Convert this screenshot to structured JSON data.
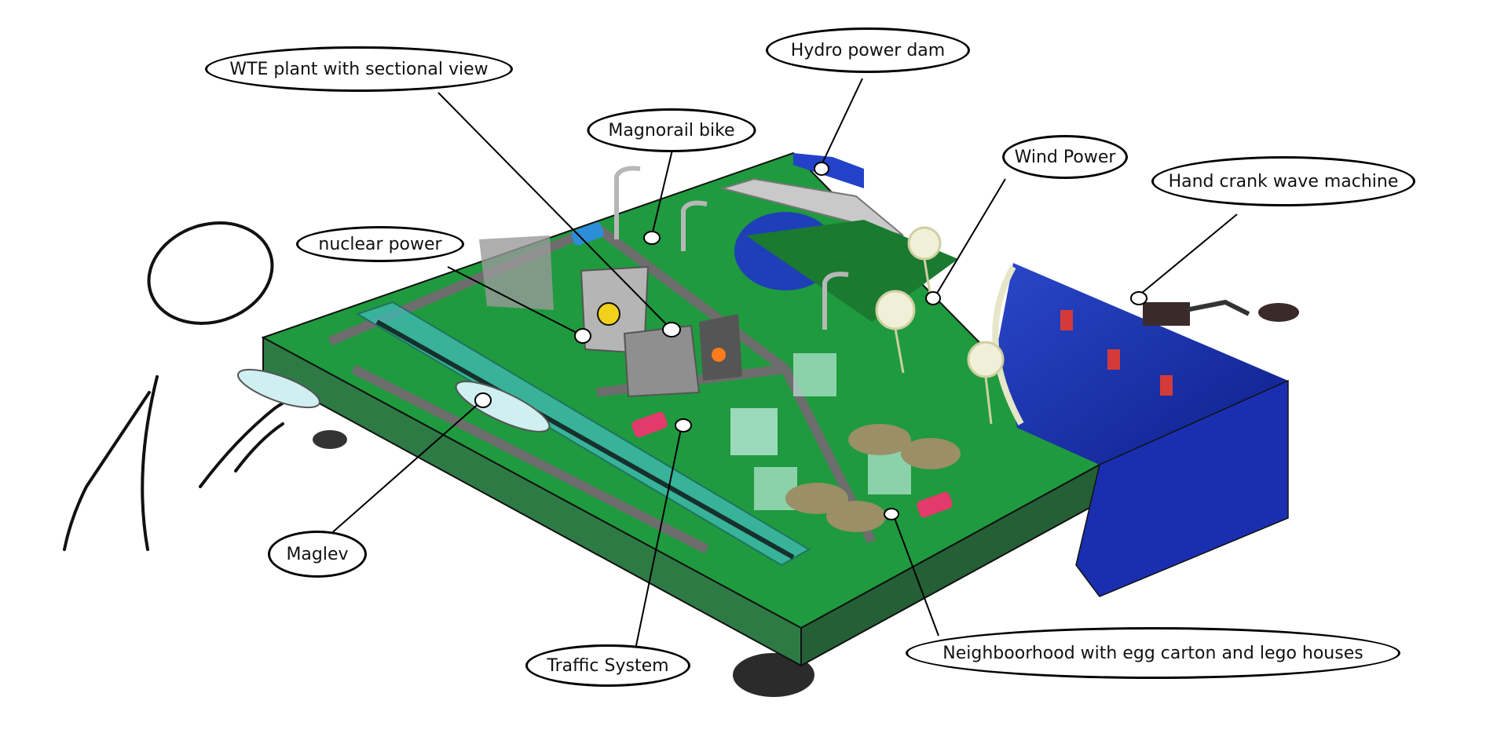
{
  "labels": {
    "wte_plant": "WTE plant with sectional view",
    "hydro_dam": "Hydro power dam",
    "magnorail_bike": "Magnorail bike",
    "wind_power": "Wind Power",
    "wave_machine": "Hand crank wave machine",
    "nuclear_power": "nuclear power",
    "maglev": "Maglev",
    "traffic_system": "Traffic System",
    "neighborhood": "Neighboorhood with egg carton and lego houses"
  },
  "colors": {
    "board_top": "#1f9a3e",
    "board_side": "#2e7a45",
    "road": "#6d6d6d",
    "water": "#1f3fb8",
    "maglev_track": "#3fb8b0",
    "nuclear_badge": "#f2d11c"
  }
}
